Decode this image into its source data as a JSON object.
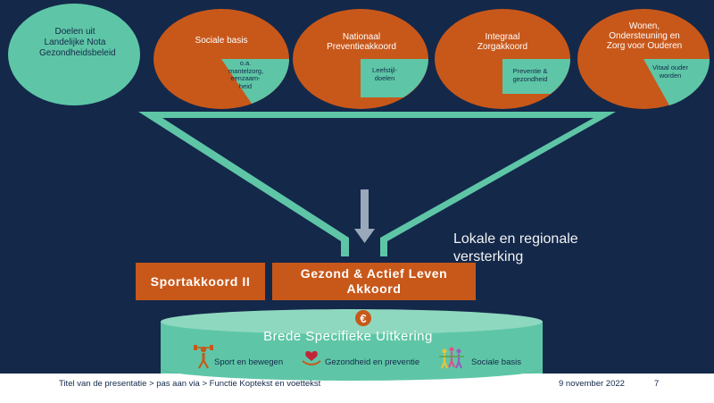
{
  "colors": {
    "background": "#14284a",
    "teal": "#5ec6a6",
    "orange": "#c8581a",
    "arrow": "#9aa9b9"
  },
  "goals": [
    {
      "title": "Doelen uit Landelijke Nota Gezondheidsbeleid",
      "slice": ""
    },
    {
      "title": "Sociale basis",
      "slice": "o.a. mantelzorg, eenzaam-heid"
    },
    {
      "title": "Nationaal Preventieakkoord",
      "slice": "Leefstijl-doelen"
    },
    {
      "title": "Integraal Zorgakkoord",
      "slice": "Preventie & gezondheid"
    },
    {
      "title": "Wonen, Ondersteuning en Zorg voor Ouderen",
      "slice": "Vitaal ouder worden"
    }
  ],
  "reinforcement_text": "Lokale en regionale versterking",
  "agreements": {
    "left": "Sportakkoord II",
    "right": "Gezond & Actief Leven Akkoord"
  },
  "funding": {
    "currency_icon": "euro-icon",
    "title": "Brede Specifieke Uitkering",
    "items": [
      {
        "label": "Sport en bewegen",
        "icon": "fitness-person-icon"
      },
      {
        "label": "Gezondheid en preventie",
        "icon": "heart-hand-icon"
      },
      {
        "label": "Sociale basis",
        "icon": "people-group-icon"
      }
    ]
  },
  "footer": {
    "breadcrumb": "Titel van de presentatie > pas aan via > Functie Koptekst en voettekst",
    "date": "9 november 2022",
    "page": "7"
  }
}
